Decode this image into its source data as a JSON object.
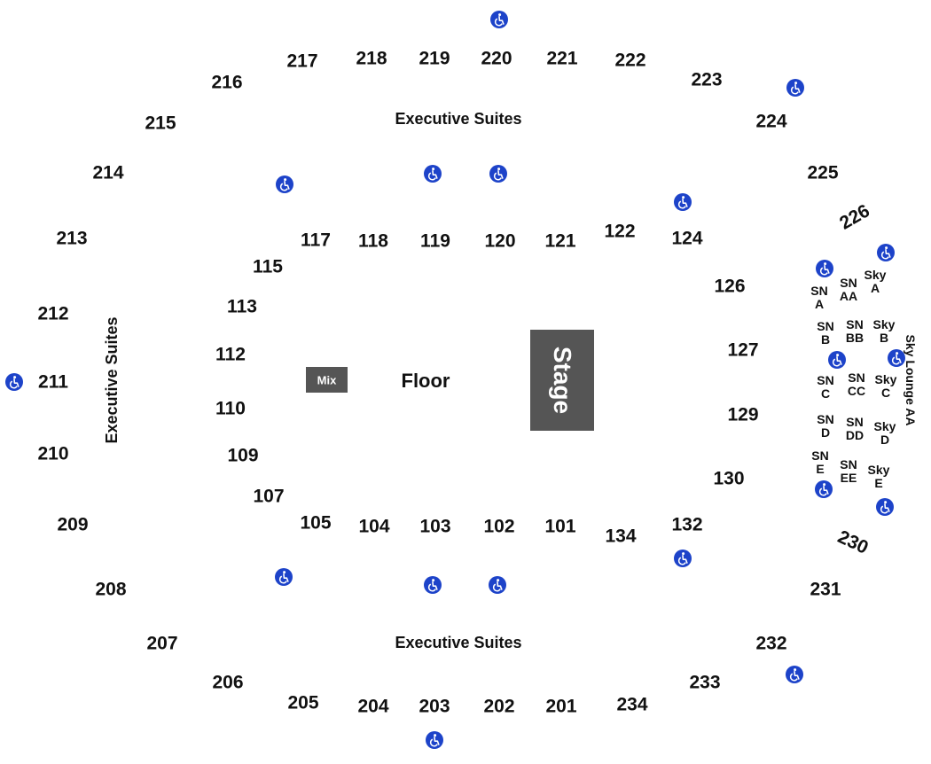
{
  "colors": {
    "accessible": "#1d43c9",
    "block": "#555555",
    "text": "#111111"
  },
  "icon": "wheelchair-accessible-icon",
  "stage": "Stage",
  "mix": "Mix",
  "floor": "Floor",
  "exec_suites_top": "Executive Suites",
  "exec_suites_left": "Executive Suites",
  "exec_suites_bottom": "Executive Suites",
  "sky_lounge": "Sky Lounge AA",
  "sections_200": [
    {
      "id": "s201",
      "label": "201"
    },
    {
      "id": "s202",
      "label": "202"
    },
    {
      "id": "s203",
      "label": "203"
    },
    {
      "id": "s204",
      "label": "204"
    },
    {
      "id": "s205",
      "label": "205"
    },
    {
      "id": "s206",
      "label": "206"
    },
    {
      "id": "s207",
      "label": "207"
    },
    {
      "id": "s208",
      "label": "208"
    },
    {
      "id": "s209",
      "label": "209"
    },
    {
      "id": "s210",
      "label": "210"
    },
    {
      "id": "s211",
      "label": "211"
    },
    {
      "id": "s212",
      "label": "212"
    },
    {
      "id": "s213",
      "label": "213"
    },
    {
      "id": "s214",
      "label": "214"
    },
    {
      "id": "s215",
      "label": "215"
    },
    {
      "id": "s216",
      "label": "216"
    },
    {
      "id": "s217",
      "label": "217"
    },
    {
      "id": "s218",
      "label": "218"
    },
    {
      "id": "s219",
      "label": "219"
    },
    {
      "id": "s220",
      "label": "220"
    },
    {
      "id": "s221",
      "label": "221"
    },
    {
      "id": "s222",
      "label": "222"
    },
    {
      "id": "s223",
      "label": "223"
    },
    {
      "id": "s224",
      "label": "224"
    },
    {
      "id": "s225",
      "label": "225"
    },
    {
      "id": "s226",
      "label": "226"
    },
    {
      "id": "s230",
      "label": "230"
    },
    {
      "id": "s231",
      "label": "231"
    },
    {
      "id": "s232",
      "label": "232"
    },
    {
      "id": "s233",
      "label": "233"
    },
    {
      "id": "s234",
      "label": "234"
    }
  ],
  "sections_100": [
    {
      "id": "s101",
      "label": "101"
    },
    {
      "id": "s102",
      "label": "102"
    },
    {
      "id": "s103",
      "label": "103"
    },
    {
      "id": "s104",
      "label": "104"
    },
    {
      "id": "s105",
      "label": "105"
    },
    {
      "id": "s107",
      "label": "107"
    },
    {
      "id": "s109",
      "label": "109"
    },
    {
      "id": "s110",
      "label": "110"
    },
    {
      "id": "s112",
      "label": "112"
    },
    {
      "id": "s113",
      "label": "113"
    },
    {
      "id": "s115",
      "label": "115"
    },
    {
      "id": "s117",
      "label": "117"
    },
    {
      "id": "s118",
      "label": "118"
    },
    {
      "id": "s119",
      "label": "119"
    },
    {
      "id": "s120",
      "label": "120"
    },
    {
      "id": "s121",
      "label": "121"
    },
    {
      "id": "s122",
      "label": "122"
    },
    {
      "id": "s124",
      "label": "124"
    },
    {
      "id": "s126",
      "label": "126"
    },
    {
      "id": "s127",
      "label": "127"
    },
    {
      "id": "s129",
      "label": "129"
    },
    {
      "id": "s130",
      "label": "130"
    },
    {
      "id": "s132",
      "label": "132"
    },
    {
      "id": "s134",
      "label": "134"
    }
  ],
  "sky_sections": [
    {
      "id": "sna",
      "label": "SN A"
    },
    {
      "id": "snaa",
      "label": "SN AA"
    },
    {
      "id": "skya",
      "label": "Sky A"
    },
    {
      "id": "snb",
      "label": "SN B"
    },
    {
      "id": "snbb",
      "label": "SN BB"
    },
    {
      "id": "skyb",
      "label": "Sky B"
    },
    {
      "id": "snc",
      "label": "SN C"
    },
    {
      "id": "sncc",
      "label": "SN CC"
    },
    {
      "id": "skyc",
      "label": "Sky C"
    },
    {
      "id": "snd",
      "label": "SN D"
    },
    {
      "id": "sndd",
      "label": "SN DD"
    },
    {
      "id": "skyd",
      "label": "Sky D"
    },
    {
      "id": "sne",
      "label": "SN E"
    },
    {
      "id": "snee",
      "label": "SN EE"
    },
    {
      "id": "skye",
      "label": "Sky E"
    }
  ]
}
